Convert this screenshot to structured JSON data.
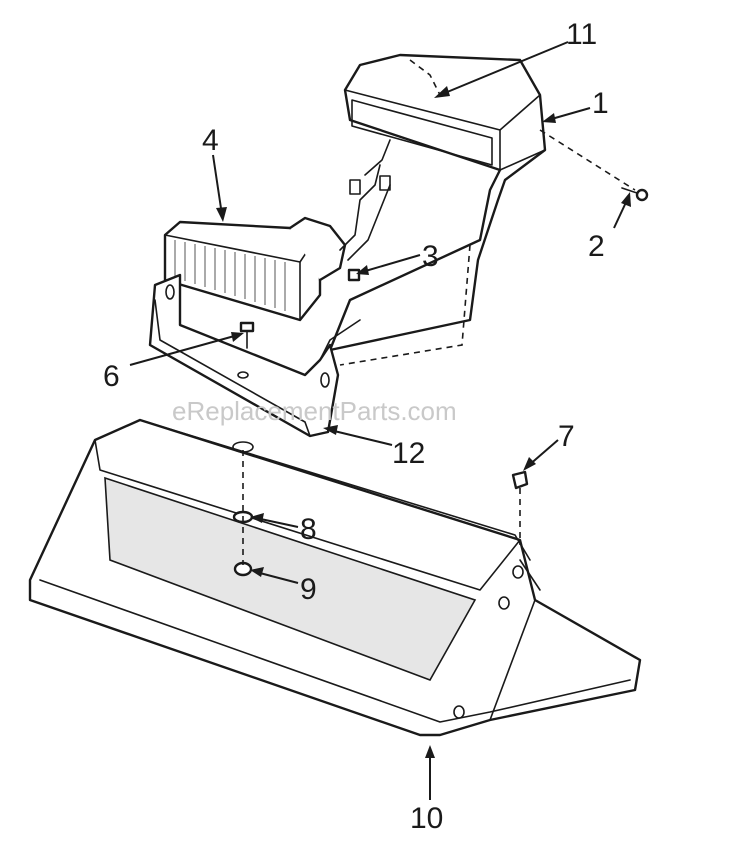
{
  "watermark": "eReplacementParts.com",
  "callouts": {
    "c1": "1",
    "c2": "2",
    "c3": "3",
    "c4": "4",
    "c6": "6",
    "c7": "7",
    "c8": "8",
    "c9": "9",
    "c10": "10",
    "c11": "11",
    "c12": "12"
  },
  "colors": {
    "ink": "#1a1a1a",
    "watermark": "#c9c9c9",
    "background": "#ffffff"
  }
}
